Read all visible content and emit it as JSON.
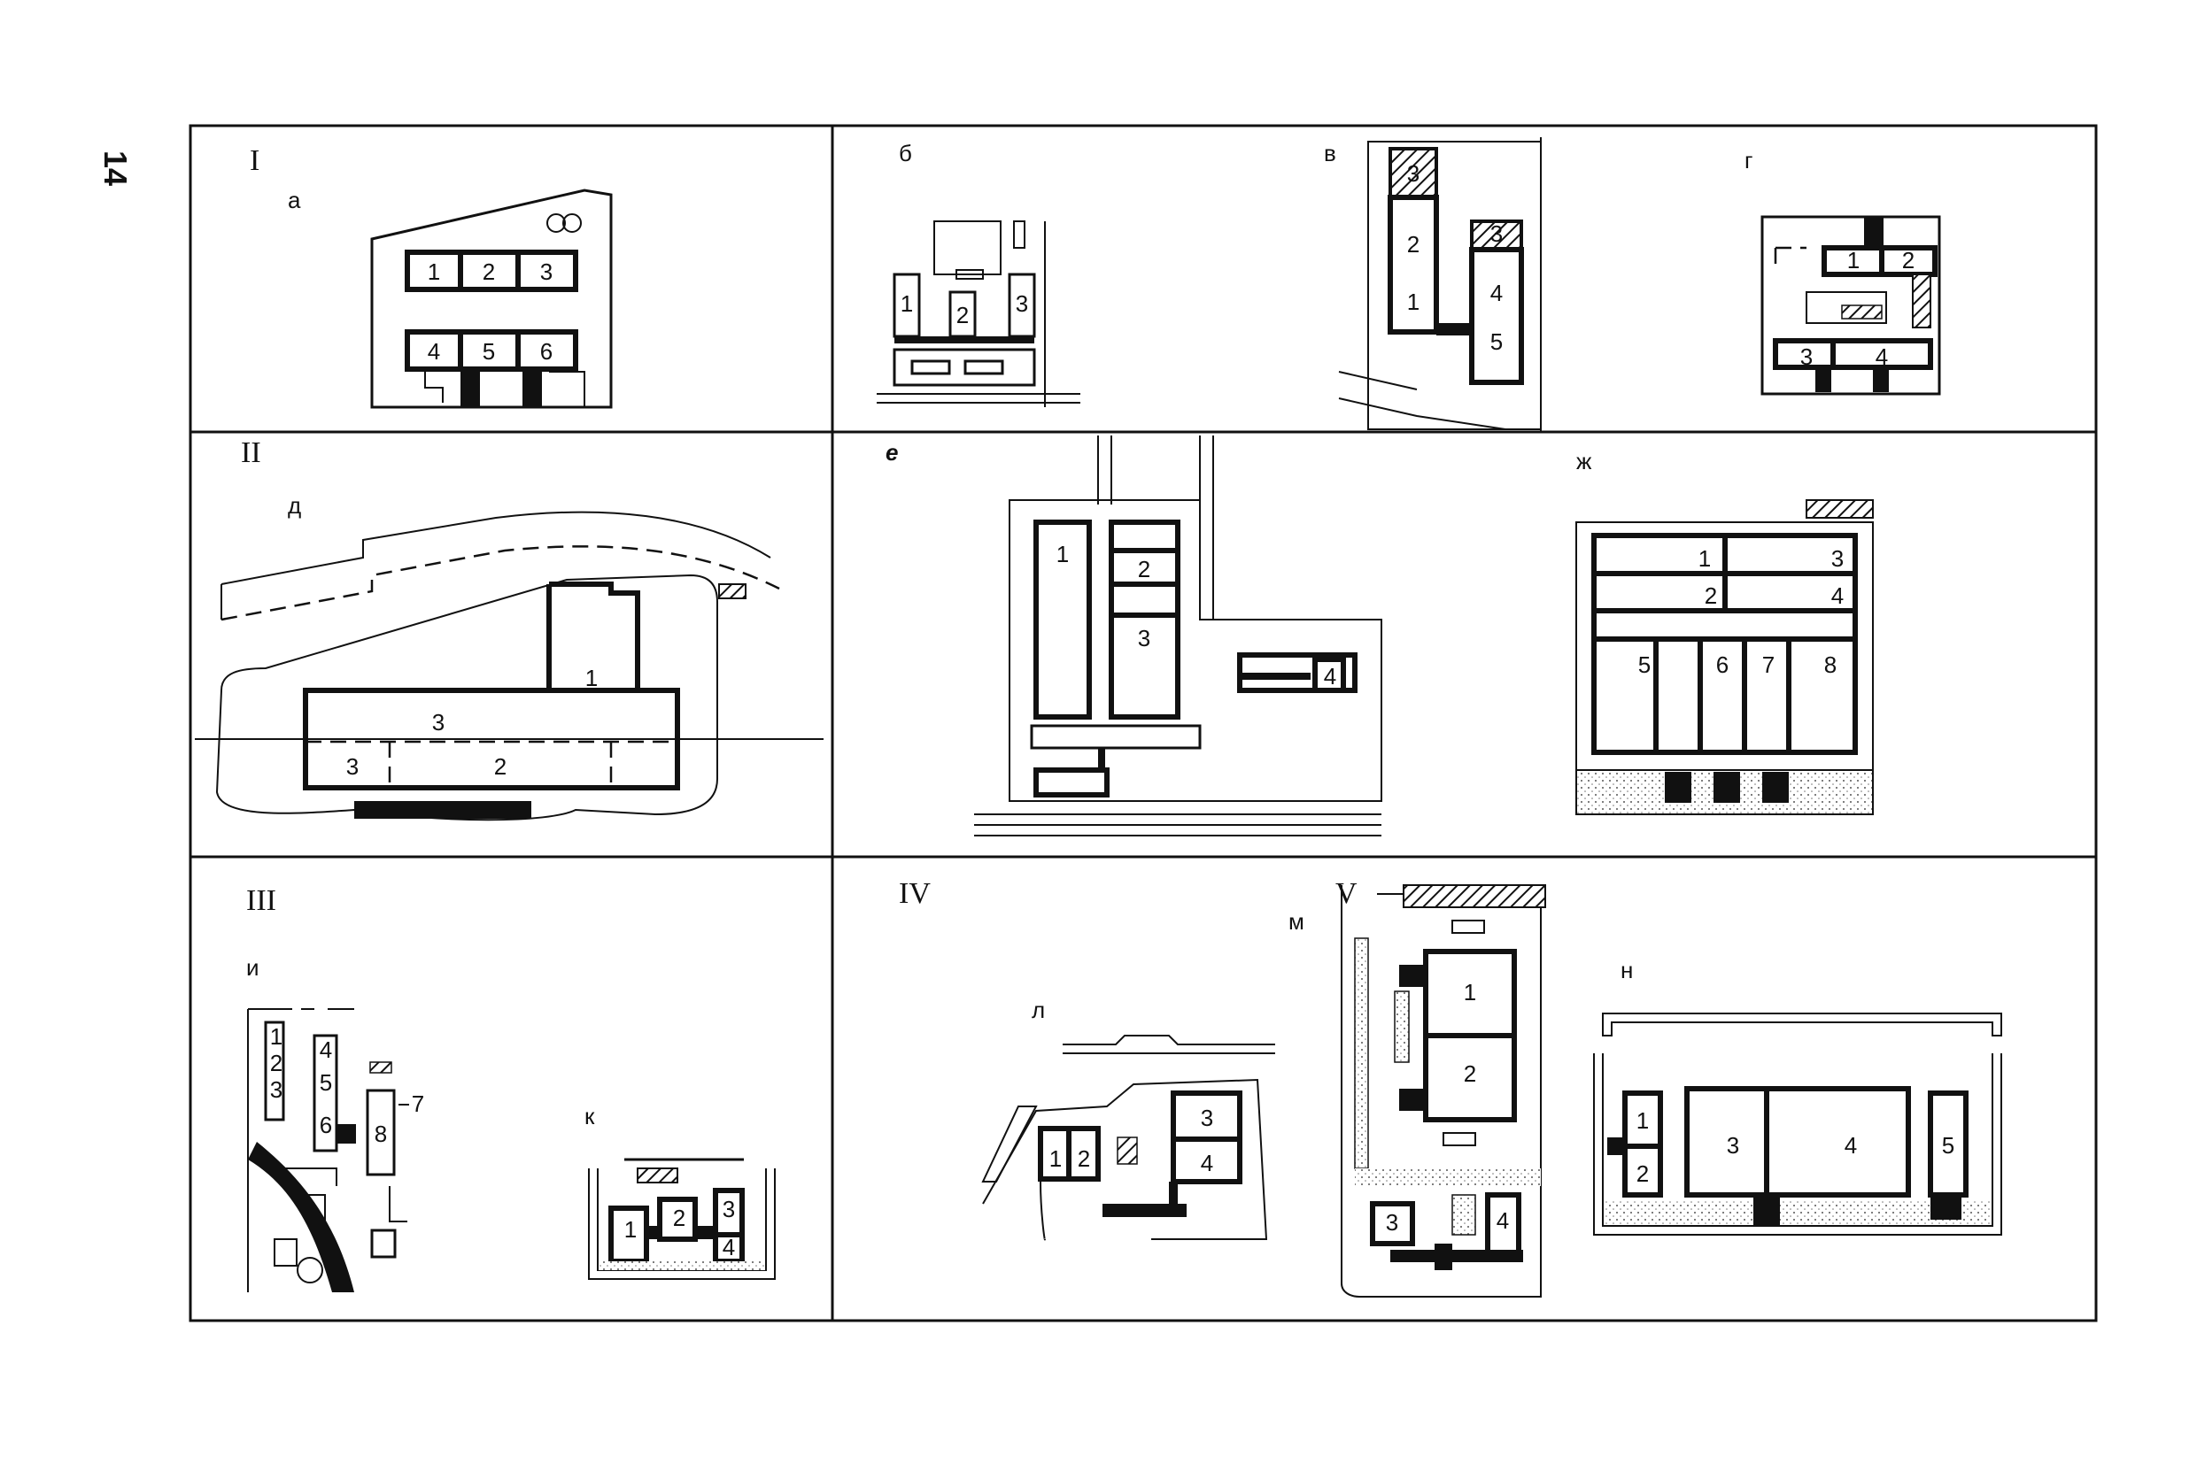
{
  "page_number": "14",
  "groups": {
    "g1": "I",
    "g2": "II",
    "g3": "III",
    "g4": "IV",
    "g5": "V"
  },
  "plans": {
    "a": {
      "letter": "а",
      "labels": [
        "1",
        "2",
        "3",
        "4",
        "5",
        "6"
      ]
    },
    "b": {
      "letter": "б",
      "labels": [
        "1",
        "2",
        "3"
      ]
    },
    "v": {
      "letter": "в",
      "labels": [
        "3",
        "2",
        "1",
        "3",
        "4",
        "5"
      ]
    },
    "g": {
      "letter": "г",
      "labels": [
        "1",
        "2",
        "3",
        "4"
      ]
    },
    "d": {
      "letter": "д",
      "labels": [
        "1",
        "3",
        "3",
        "2"
      ]
    },
    "e": {
      "letter": "е",
      "labels": [
        "1",
        "2",
        "3",
        "4"
      ]
    },
    "zh": {
      "letter": "ж",
      "labels": [
        "1",
        "3",
        "2",
        "4",
        "5",
        "6",
        "7",
        "8"
      ]
    },
    "i": {
      "letter": "и",
      "labels": [
        "1",
        "2",
        "3",
        "4",
        "5",
        "6",
        "7",
        "8"
      ]
    },
    "k": {
      "letter": "к",
      "labels": [
        "1",
        "2",
        "3",
        "4"
      ]
    },
    "l": {
      "letter": "л",
      "labels": [
        "1",
        "2",
        "3",
        "4"
      ]
    },
    "m": {
      "letter": "м",
      "labels": [
        "1",
        "2",
        "3",
        "4"
      ]
    },
    "n": {
      "letter": "н",
      "labels": [
        "1",
        "2",
        "3",
        "4",
        "5"
      ]
    }
  },
  "colors": {
    "ink": "#111111",
    "paper": "#ffffff"
  }
}
